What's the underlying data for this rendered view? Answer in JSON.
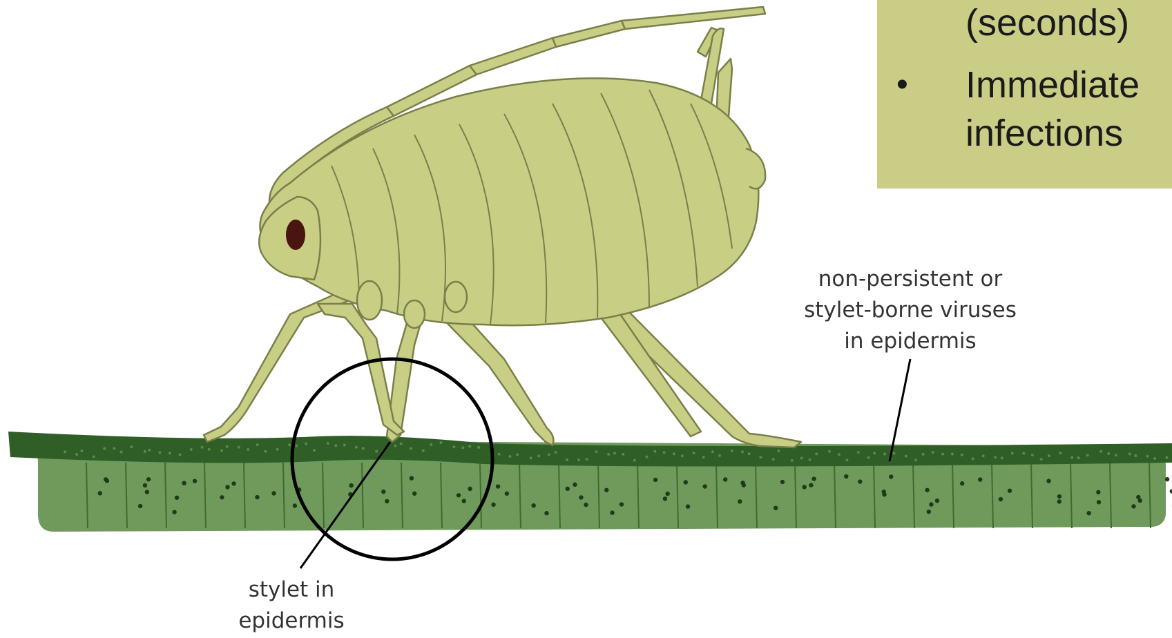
{
  "callout": {
    "lines": [
      "(seconds)",
      "Immediate",
      "infections"
    ],
    "bullet": "•",
    "background": "#c9cd86"
  },
  "labels": {
    "non_persistent": [
      "non-persistent or",
      "stylet-borne viruses",
      "in epidermis"
    ],
    "stylet": [
      "stylet in",
      "epidermis"
    ]
  },
  "colors": {
    "aphid_body": "#c8ce84",
    "aphid_outline": "#7a7f4a",
    "eye": "#4a1410",
    "epidermis": "#2f5f26",
    "cells": "#6f9a5c",
    "cell_outline": "#3f6a33",
    "virus_dot": "#1f3a18",
    "circle": "#000000"
  }
}
